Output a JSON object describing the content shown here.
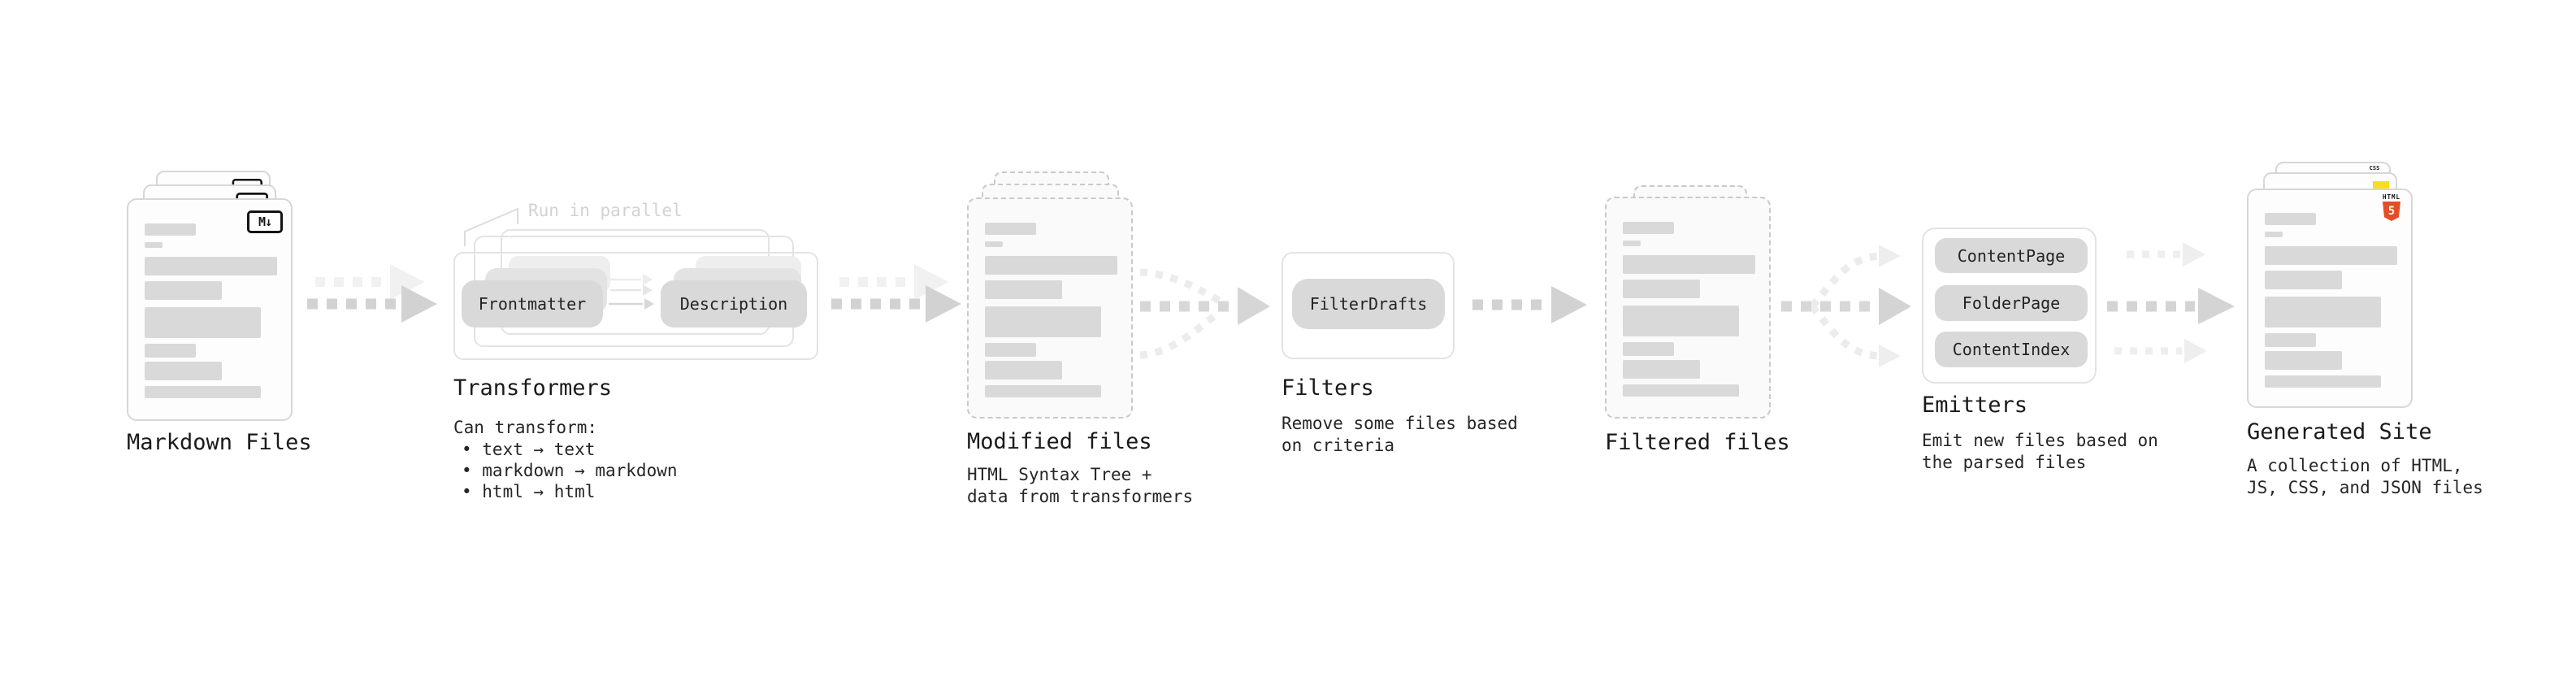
{
  "stages": {
    "markdown_files": {
      "title": "Markdown Files"
    },
    "transformers": {
      "title": "Transformers",
      "note": "Run in parallel",
      "chips": {
        "frontmatter": "Frontmatter",
        "description": "Description"
      },
      "caption": {
        "line1": "Can transform:",
        "bullet1": "• text → text",
        "bullet2": "• markdown → markdown",
        "bullet3": "• html → html"
      }
    },
    "modified_files": {
      "title": "Modified files",
      "caption": {
        "line1": "HTML Syntax Tree +",
        "line2": "data from transformers"
      }
    },
    "filters": {
      "title": "Filters",
      "chips": {
        "filter_drafts": "FilterDrafts"
      },
      "caption": {
        "line1": "Remove some files based",
        "line2": "on criteria"
      }
    },
    "filtered_files": {
      "title": "Filtered files"
    },
    "emitters": {
      "title": "Emitters",
      "chips": {
        "content_page": "ContentPage",
        "folder_page": "FolderPage",
        "content_index": "ContentIndex"
      },
      "caption": {
        "line1": "Emit new files based on",
        "line2": "the parsed files"
      }
    },
    "generated_site": {
      "title": "Generated Site",
      "caption": {
        "line1": "A collection of HTML,",
        "line2": "JS, CSS, and JSON files"
      }
    }
  },
  "icons": {
    "markdown_badge": "M↓",
    "html5_badge_text": "HTML",
    "html5_badge_number": "5",
    "css_badge_text": "CSS"
  },
  "colors": {
    "background": "#ffffff",
    "text": "#1a1a1a",
    "placeholder_bar": "#d9d9d9",
    "chip_fill": "#d9d9d9",
    "outline": "#e3e3e3",
    "dashed_border": "#c9c9c9",
    "arrow_main": "#d2d2d2",
    "arrow_ghost": "#f1f1f1",
    "note_gray": "#d2d2d2",
    "html5_orange": "#e44d26",
    "js_yellow": "#f7df1e",
    "css_blue": "#2f6bf0"
  }
}
